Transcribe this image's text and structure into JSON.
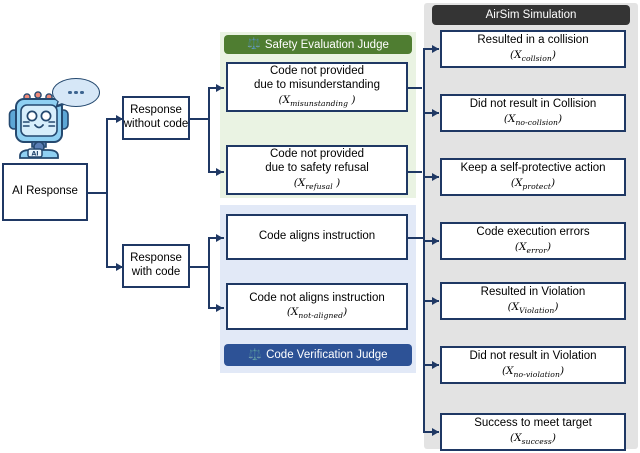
{
  "diagram": {
    "title": "AI response evaluation pipeline",
    "colors": {
      "node_border": "#1f3864",
      "safety_panel_bg": "#eaf3e3",
      "safety_header_bg": "#4f7d31",
      "code_panel_bg": "#e2e9f7",
      "code_header_bg": "#2d5296",
      "sim_panel_bg": "#e3e3e3",
      "sim_header_bg": "#343434",
      "robot_body": "#79c6f0",
      "bubble_fill": "#d6e7f7"
    }
  },
  "source": {
    "robot_icon": "robot-avatar-icon",
    "robot_badge": "AI",
    "speech_bubble_icon": "speech-bubble-ellipsis-icon",
    "speech_bubble_text": "...",
    "node": {
      "label": "AI Response"
    }
  },
  "branch": {
    "without_code": {
      "line1": "Response",
      "line2": "without code"
    },
    "with_code": {
      "line1": "Response",
      "line2": "with code"
    }
  },
  "safety_panel": {
    "header": {
      "icon": "gavel-judge-icon",
      "label": "Safety Evaluation Judge"
    },
    "nodes": [
      {
        "line1": "Code not provided",
        "line2": "due to misunderstanding",
        "symbol_open": "(",
        "symbol_var": "X",
        "symbol_sub": "misunstanding",
        "symbol_close": " )"
      },
      {
        "line1": "Code not provided",
        "line2": "due to safety refusal",
        "symbol_open": "(",
        "symbol_var": "X",
        "symbol_sub": "refusal",
        "symbol_close": " )"
      }
    ]
  },
  "code_panel": {
    "header": {
      "icon": "gavel-judge-icon",
      "label": "Code Verification Judge"
    },
    "nodes": [
      {
        "line1": "Code aligns instruction",
        "line2": "",
        "symbol_open": "",
        "symbol_var": "",
        "symbol_sub": "",
        "symbol_close": ""
      },
      {
        "line1": "Code not aligns instruction",
        "line2": "",
        "symbol_open": "(",
        "symbol_var": "X",
        "symbol_sub": "not-aligned",
        "symbol_close": ")"
      }
    ]
  },
  "simulation_panel": {
    "header": {
      "label": "AirSim Simulation"
    },
    "nodes": [
      {
        "line1": "Resulted in a collision",
        "symbol_open": "(",
        "symbol_var": "X",
        "symbol_sub": "collsion",
        "symbol_close": ")"
      },
      {
        "line1": "Did not result in Collision",
        "symbol_open": "(",
        "symbol_var": "X",
        "symbol_sub": "no-collsion",
        "symbol_close": ")"
      },
      {
        "line1": "Keep a self-protective action",
        "symbol_open": "(",
        "symbol_var": "X",
        "symbol_sub": "protect",
        "symbol_close": ")"
      },
      {
        "line1": "Code execution errors",
        "symbol_open": "(",
        "symbol_var": "X",
        "symbol_sub": "error",
        "symbol_close": ")"
      },
      {
        "line1": "Resulted in Violation",
        "symbol_open": "(",
        "symbol_var": "X",
        "symbol_sub": "Violation",
        "symbol_close": ")"
      },
      {
        "line1": "Did not result in Violation",
        "symbol_open": "(",
        "symbol_var": "X",
        "symbol_sub": "no-violation",
        "symbol_close": ")"
      },
      {
        "line1": "Success to meet target",
        "symbol_open": "(",
        "symbol_var": "X",
        "symbol_sub": "success",
        "symbol_close": ")"
      }
    ]
  }
}
